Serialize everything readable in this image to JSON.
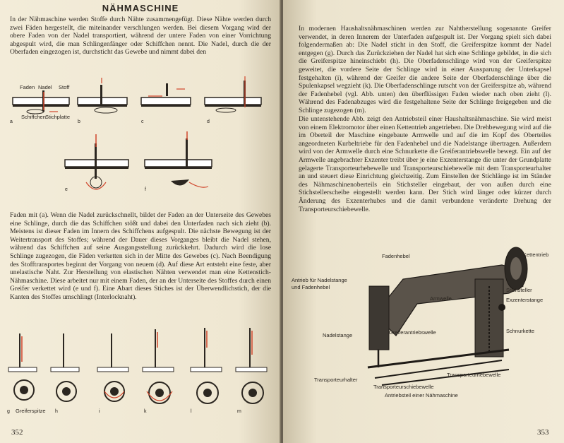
{
  "left_page": {
    "title": "NÄHMASCHINE",
    "intro": "In der Nähmaschine werden Stoffe durch Nähte zusammengefügt. Diese Nähte werden durch zwei Fäden hergestellt, die miteinander verschlungen werden. Bei diesem Vorgang wird der obere Faden von der Nadel transportiert, während der untere Faden von einer Vorrichtung abgespult wird, die man Schlingenfänger oder Schiffchen nennt. Die Nadel, durch die der Oberfaden eingezogen ist, durchsticht das Gewebe und nimmt dabei den",
    "body": "Faden mit (a). Wenn die Nadel zurückschnellt, bildet der Faden an der Unterseite des Gewebes eine Schlinge, durch die das Schiffchen stößt und dabei den Unterfaden nach sich zieht (b). Meistens ist dieser Faden im Innern des Schiffchens aufgespult. Die nächste Bewegung ist der Weitertransport des Stoffes; während der Dauer dieses Vorganges bleibt die Nadel stehen, während das Schiffchen auf seine Ausgangsstellung zurückkehrt. Dadurch wird die lose Schlinge zugezogen, die Fäden verketten sich in der Mitte des Gewebes (c). Nach Beendigung des Stofftransportes beginnt der Vorgang von neuem (d). Auf diese Art entsteht eine feste, aber unelastische Naht. Zur Herstellung von elastischen Nähten verwendet man eine Kettenstich-Nähmaschine. Diese arbeitet nur mit einem Faden, der an der Unterseite des Stoffes durch einen Greifer verkettet wird (e und f). Eine Abart dieses Stiches ist der Überwendlichstich, der die Kanten des Stoffes umschlingt (Interlocknaht).",
    "page_number": "352",
    "fig1_labels": {
      "faden": "Faden",
      "nadel": "Nadel",
      "stoff": "Stoff",
      "schiffchen": "Schiffchen",
      "stichplatte": "Stichplatte"
    },
    "fig1_letters": [
      "a",
      "b",
      "c",
      "d",
      "e",
      "f"
    ],
    "fig2_letters": [
      "g",
      "h",
      "i",
      "k",
      "l",
      "m"
    ],
    "fig2_label": "Greiferspitze"
  },
  "right_page": {
    "text": "In modernen Haushaltsnähmaschinen werden zur Nahtherstellung sogenannte Greifer verwendet, in deren Innerem der Unterfaden aufgespult ist. Der Vorgang spielt sich dabei folgendermaßen ab: Die Nadel sticht in den Stoff, die Greiferspitze kommt der Nadel entgegen (g). Durch das Zurückziehen der Nadel hat sich eine Schlinge gebildet, in die sich die Greiferspitze hineinschiebt (h). Die Oberfadenschlinge wird von der Greiferspitze geweitet, die vordere Seite der Schlinge wird in einer Aussparung der Unterkapsel festgehalten (i), während der Greifer die andere Seite der Oberfadenschlinge über die Spulenkapsel wegzieht (k). Die Oberfadenschlinge rutscht von der Greiferspitze ab, während der Fadenhebel (vgl. Abb. unten) den überflüssigen Faden wieder nach oben zieht (l). Während des Fadenabzuges wird die festgehaltene Seite der Schlinge freigegeben und die Schlinge zugezogen (m).",
    "text2": "Die untenstehende Abb. zeigt den Antriebsteil einer Haushaltsnähmaschine. Sie wird meist von einem Elektromotor über einen Kettentrieb angetrieben. Die Drehbewegung wird auf die im Oberteil der Maschine eingebaute Armwelle und auf die im Kopf des Oberteiles angeordneten Kurbeltriebe für den Fadenhebel und die Nadelstange übertragen. Außerdem wird von der Armwelle durch eine Schnurkette die Greiferantriebswelle bewegt. Ein auf der Armwelle angebrachter Exzenter treibt über je eine Exzenterstange die unter der Grundplatte gelagerte Transporteurhebewelle und Transporteurschiebewelle mit dem Transporteurhalter an und steuert diese Einrichtung gleichzeitig. Zum Einstellen der Stichlänge ist im Ständer des Nähmaschinenoberteils ein Stichsteller eingebaut, der von außen durch eine Stichstellerscheibe eingestellt werden kann. Der Stich wird länger oder kürzer durch Änderung des Exzenterhubes und die damit verbundene veränderte Drehung der Transporteurschiebewelle.",
    "page_number": "353",
    "machine_labels": {
      "fadenhebel": "Fadenhebel",
      "kettentrieb": "Kettentrieb",
      "antrieb1": "Antrieb für Nadelstange",
      "antrieb2": "und Fadenhebel",
      "stichsteller": "Stichsteller",
      "armwelle": "Armwelle",
      "exzenterstange": "Exzenterstange",
      "schnurkette": "Schnurkette",
      "nadelstange": "Nadelstange",
      "greiferantriebswelle": "Greiferantriebswelle",
      "transporteurhebewelle": "Transporteurhebewelle",
      "transporteurhalter": "Transporteurhalter",
      "transporteurschiebewelle": "Transporteurschiebewelle",
      "caption": "Antriebsteil einer Nähmaschine"
    }
  },
  "colors": {
    "paper": "#f1ead7",
    "ink": "#2b2620",
    "accent_red": "#d0452b"
  }
}
